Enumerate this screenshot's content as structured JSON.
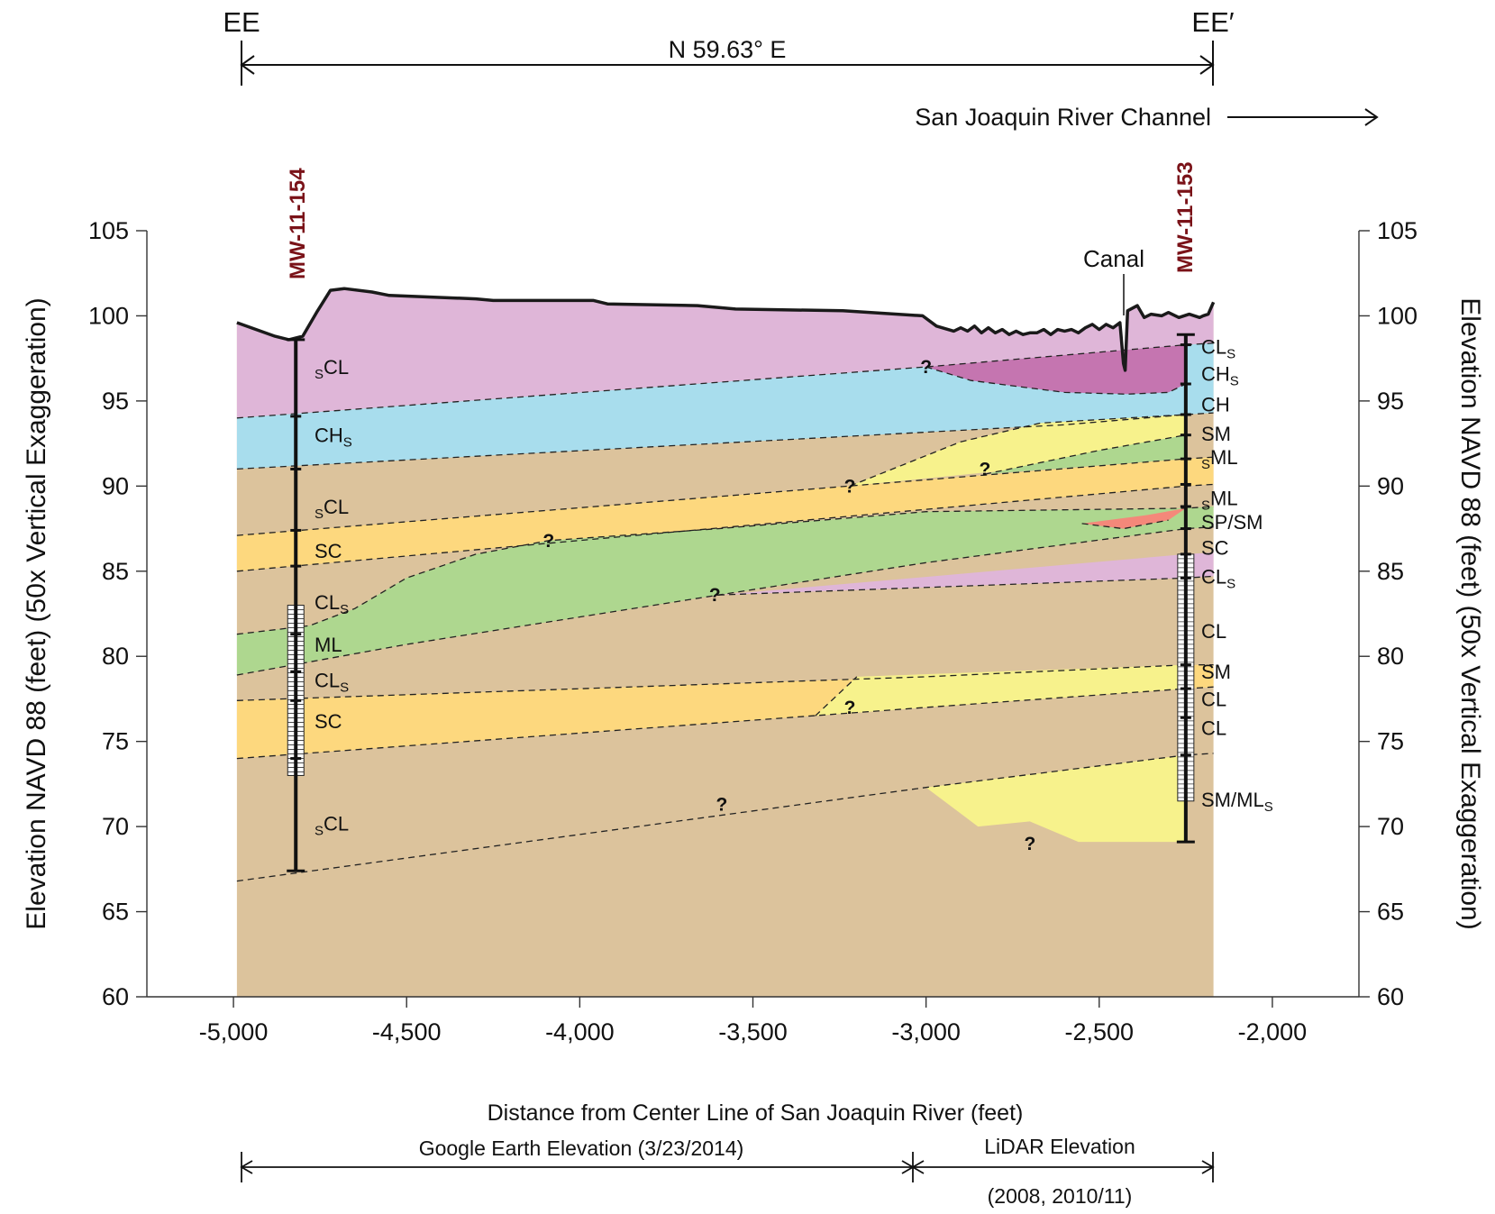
{
  "section": {
    "start_label": "EE",
    "end_label": "EE′",
    "bearing": "N 59.63° E",
    "river_note": "San Joaquin River Channel",
    "canal_label": "Canal"
  },
  "axes": {
    "x_label": "Distance from Center Line of San Joaquin River (feet)",
    "y_label_left": "Elevation NAVD 88 (feet) (50x Vertical Exaggeration)",
    "y_label_right": "Elevation NAVD 88 (feet) (50x Vertical Exaggeration)",
    "x_ticks": [
      "-5,000",
      "-4,500",
      "-4,000",
      "-3,500",
      "-3,000",
      "-2,500",
      "-2,000"
    ],
    "y_ticks": [
      "60",
      "65",
      "70",
      "75",
      "80",
      "85",
      "90",
      "95",
      "100",
      "105"
    ],
    "x_range": [
      -5250,
      -1750
    ],
    "y_range": [
      60,
      105
    ]
  },
  "wells": [
    {
      "name": "MW-11-154",
      "x": -4820,
      "top": 98.6,
      "bottom": 67.4,
      "screen_top": 83,
      "screen_bottom": 73
    },
    {
      "name": "MW-11-153",
      "x": -2250,
      "top": 98.9,
      "bottom": 69.1,
      "screen_top": 86,
      "screen_bottom": 71.5
    }
  ],
  "left_log": [
    {
      "label": "sCL",
      "y": 97
    },
    {
      "label": "CHs",
      "y": 93
    },
    {
      "label": "sCL",
      "y": 88.8
    },
    {
      "label": "SC",
      "y": 86.2
    },
    {
      "label": "CLs",
      "y": 83.2
    },
    {
      "label": "ML",
      "y": 80.7
    },
    {
      "label": "CLs",
      "y": 78.6
    },
    {
      "label": "SC",
      "y": 76.2
    },
    {
      "label": "sCL",
      "y": 70.2
    }
  ],
  "right_log": [
    {
      "label": "CLs",
      "y": 98.2
    },
    {
      "label": "CHs",
      "y": 96.6
    },
    {
      "label": "CH",
      "y": 94.8
    },
    {
      "label": "SM",
      "y": 93.1
    },
    {
      "label": "sML",
      "y": 91.7
    },
    {
      "label": "sML",
      "y": 89.3
    },
    {
      "label": "SP/SM",
      "y": 87.9
    },
    {
      "label": "SC",
      "y": 86.4
    },
    {
      "label": "CLs",
      "y": 84.7
    },
    {
      "label": "CL",
      "y": 81.5
    },
    {
      "label": "SM",
      "y": 79.1
    },
    {
      "label": "CL",
      "y": 77.5
    },
    {
      "label": "CL",
      "y": 75.8
    },
    {
      "label": "SM/MLs",
      "y": 71.6
    }
  ],
  "question_marks": [
    {
      "x": -3000,
      "y": 97.0
    },
    {
      "x": -2830,
      "y": 91.0
    },
    {
      "x": -3220,
      "y": 90.0
    },
    {
      "x": -4090,
      "y": 86.8
    },
    {
      "x": -3610,
      "y": 83.6
    },
    {
      "x": -3220,
      "y": 77.0
    },
    {
      "x": -3590,
      "y": 71.3
    },
    {
      "x": -2700,
      "y": 69.0
    }
  ],
  "source_notes": {
    "left": "Google Earth Elevation (3/23/2014)",
    "right_line1": "LiDAR Elevation",
    "right_line2": "(2008, 2010/11)"
  },
  "colors": {
    "lean_clay_pink": "#dfb6d8",
    "fat_clay_magenta": "#c575b0",
    "fat_clay_blue": "#a8dded",
    "clay_tan": "#dcc39c",
    "clayey_sand_orange": "#fdd87e",
    "silty_sand_yellow": "#f7f28c",
    "silt_green": "#aed78f",
    "poorly_graded_sand_red": "#f4887a",
    "well_label": "#7a1218"
  }
}
